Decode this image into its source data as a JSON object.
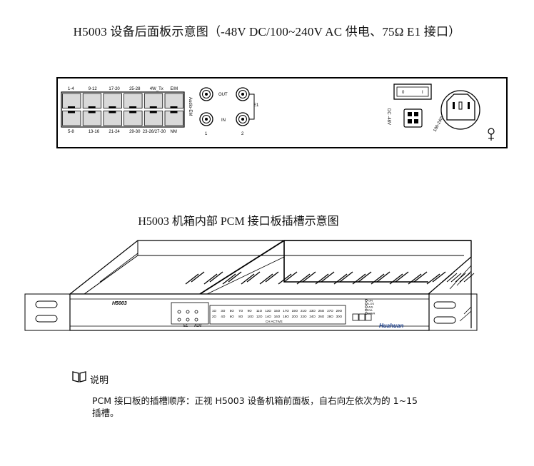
{
  "title_top": "H5003 设备后面板示意图（-48V DC/100~240V AC 供电、75Ω E1 接口）",
  "title_bottom": "H5003 机箱内部 PCM 接口板插槽示意图",
  "rear_panel": {
    "port_labels_top": [
      "1-4",
      "9-12",
      "17-20",
      "25-28",
      "4W_Tx",
      "E/M"
    ],
    "port_labels_bottom": [
      "5-8",
      "13-16",
      "21-24",
      "29-30",
      "23-26/27-30",
      "NM"
    ],
    "audio_label": "Audio-EM",
    "bnc_out": "OUT",
    "bnc_in": "IN",
    "e1_label": "E1",
    "bnc_nums": [
      "1",
      "2"
    ],
    "dc_label": "DC -48V",
    "switch_labels": [
      "0",
      "I"
    ],
    "ac_label": "100-240V AC 50/60Hz"
  },
  "chassis": {
    "brand": "H5003",
    "alm": "ALM",
    "e1": "E1",
    "ch_active": "CH ACTIVE",
    "logo": "Huahuan",
    "ch_row1": [
      "1O",
      "3O",
      "5O",
      "7O",
      "9O",
      "11O",
      "13O",
      "15O",
      "17O",
      "19O",
      "21O",
      "23O",
      "25O",
      "27O",
      "29O"
    ],
    "ch_row2": [
      "2O",
      "4O",
      "6O",
      "8O",
      "10O",
      "12O",
      "14O",
      "16O",
      "18O",
      "20O",
      "22O",
      "24O",
      "26O",
      "28O",
      "30O"
    ],
    "status_leds": [
      "ON",
      "LOS",
      "AIS",
      "RA",
      "PWR"
    ]
  },
  "note": {
    "label": "说明",
    "text": "PCM 接口板的插槽顺序：正视 H5003 设备机箱前面板，自右向左依次为的 1~15\n插槽。"
  }
}
